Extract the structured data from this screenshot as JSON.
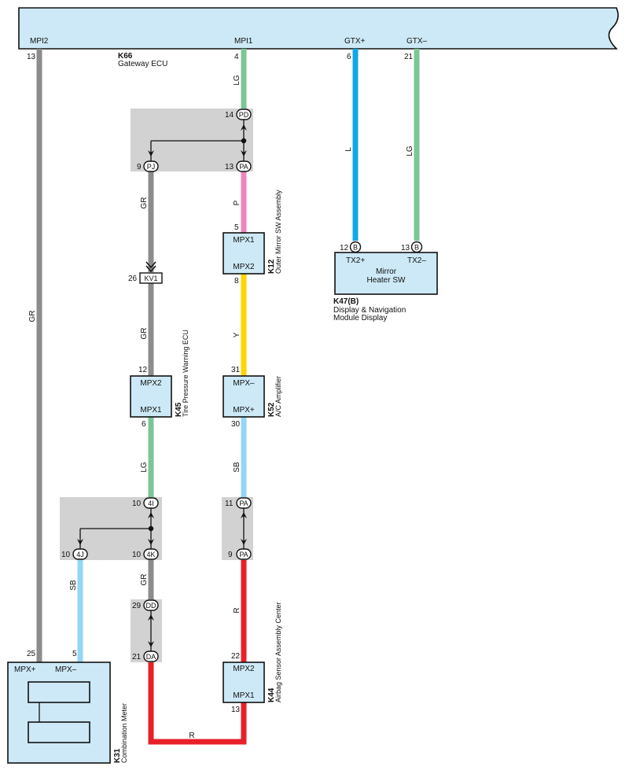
{
  "colors": {
    "GR": "#8c8c8c",
    "LG": "#7cc696",
    "L": "#12a8e6",
    "P": "#ef86bd",
    "Y": "#ffd400",
    "SB": "#94d6f5",
    "R": "#e8202a",
    "connector_panel": "#d2d2d2",
    "component_fill": "#cde9f7"
  },
  "gateway": {
    "code": "K66",
    "name": "Gateway ECU",
    "pins": [
      {
        "label": "MPI2",
        "num": "13"
      },
      {
        "label": "MPI1",
        "num": "4"
      },
      {
        "label": "GTX+",
        "num": "6"
      },
      {
        "label": "GTX–",
        "num": "21"
      }
    ]
  },
  "wire_labels": {
    "gr_long": "GR",
    "lg_top": "LG",
    "l": "L",
    "lg_right": "LG",
    "p": "P",
    "gr_1": "GR",
    "gr_2": "GR",
    "y": "Y",
    "lg_mid": "LG",
    "sb_mid": "SB",
    "sb_left": "SB",
    "gr_3": "GR",
    "r_mid": "R",
    "r_bottom": "R"
  },
  "junctions": [
    {
      "pin": "14",
      "code": "PD"
    },
    {
      "pin": "9",
      "code": "PJ"
    },
    {
      "pin": "13",
      "code": "PA"
    },
    {
      "pin": "26",
      "code": "KV1"
    },
    {
      "pin": "10",
      "code": "4I"
    },
    {
      "pin": "10",
      "code": "4J"
    },
    {
      "pin": "10",
      "code": "4K"
    },
    {
      "pin": "11",
      "code": "PA"
    },
    {
      "pin": "9",
      "code": "PA"
    },
    {
      "pin": "29",
      "code": "DD"
    },
    {
      "pin": "21",
      "code": "DA"
    }
  ],
  "components": {
    "k12": {
      "code": "K12",
      "name": "Outer Mirror SW Assembly",
      "top_label": "MPX1",
      "bottom_label": "MPX2",
      "top_pin": "5",
      "bottom_pin": "8"
    },
    "k45": {
      "code": "K45",
      "name": "Tire Pressure Warning ECU",
      "top_label": "MPX2",
      "bottom_label": "MPX1",
      "top_pin": "12",
      "bottom_pin": "6"
    },
    "k52": {
      "code": "K52",
      "name": "A/C Amplifier",
      "top_label": "MPX–",
      "bottom_label": "MPX+",
      "top_pin": "31",
      "bottom_pin": "30"
    },
    "k44": {
      "code": "K44",
      "name": "Airbag Sensor Assembly Center",
      "top_label": "MPX2",
      "bottom_label": "MPX1",
      "top_pin": "22",
      "bottom_pin": "13"
    },
    "k47": {
      "code": "K47(B)",
      "name_line1": "Display & Navigation",
      "name_line2": "Module Display",
      "body_line1": "Mirror",
      "body_line2": "Heater SW",
      "pin1_label": "TX2+",
      "pin2_label": "TX2–",
      "pin1_num": "12",
      "pin2_num": "13",
      "term_code": "B"
    },
    "k31": {
      "code": "K31",
      "name": "Combination Meter",
      "pin1_label": "MPX+",
      "pin2_label": "MPX–",
      "pin1_num": "25",
      "pin2_num": "5"
    }
  }
}
